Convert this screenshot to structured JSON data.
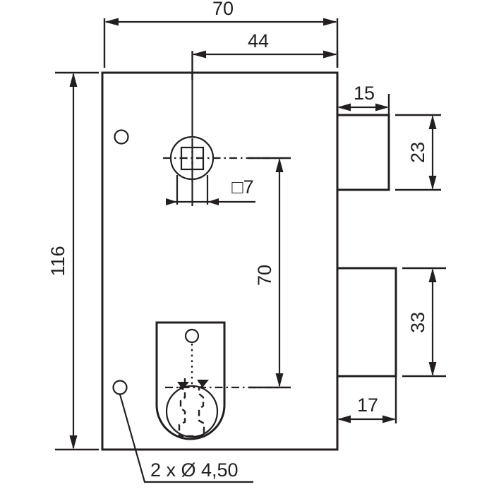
{
  "drawing": {
    "title": "Mortise rim lock body - dimensioned technical drawing",
    "units": "mm",
    "line_color": "#231f20",
    "background_color": "#ffffff"
  },
  "dimensions": {
    "overall_width": "70",
    "spindle_to_right_edge": "44",
    "overall_height": "116",
    "spindle_to_keyhole": "70",
    "square_spindle": "□7",
    "latch_projection_width": "15",
    "latch_projection_height": "23",
    "deadbolt_projection_height": "33",
    "deadbolt_projection_width": "17"
  },
  "notes": {
    "mounting_holes": "2 x Ø 4,50"
  },
  "features": {
    "body_label": "lock-case-outline",
    "spindle_label": "square-spindle-hole",
    "keyhole_label": "key-profile-escutcheon",
    "latch_label": "latch-bolt",
    "deadbolt_label": "dead-bolt",
    "hole_upper_label": "mounting-hole-upper",
    "hole_lower_label": "mounting-hole-lower"
  }
}
